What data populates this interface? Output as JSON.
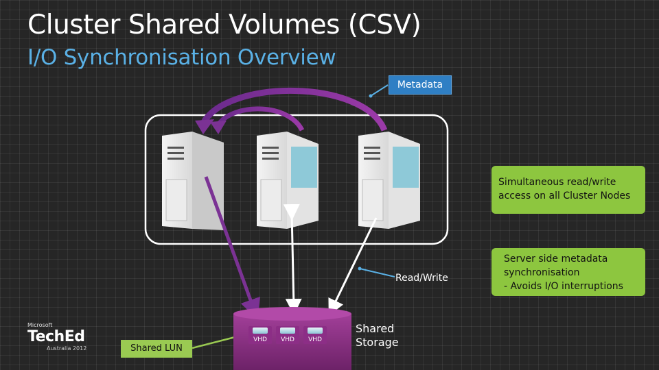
{
  "header": {
    "title": "Cluster Shared Volumes  (CSV)",
    "subtitle": "I/O Synchronisation Overview"
  },
  "callouts": {
    "metadata": "Metadata",
    "read_write": "Read/Write",
    "simultaneous": "Simultaneous read/write access on all Cluster Nodes",
    "server_side": "Server side metadata synchronisation\n - Avoids I/O interruptions",
    "shared_lun": "Shared LUN",
    "shared_storage": "Shared Storage"
  },
  "storage": {
    "vhds": [
      "VHD",
      "VHD",
      "VHD"
    ]
  },
  "logo": {
    "brand": "Microsoft",
    "name": "TechEd",
    "event": "Australia 2012"
  },
  "colors": {
    "title": "#ffffff",
    "subtitle": "#5ab1e6",
    "metadata_box": "#2f7fc4",
    "green_box": "#8dc63f",
    "storage": "#8c2e86",
    "arrow_purple": "#7b3294"
  }
}
